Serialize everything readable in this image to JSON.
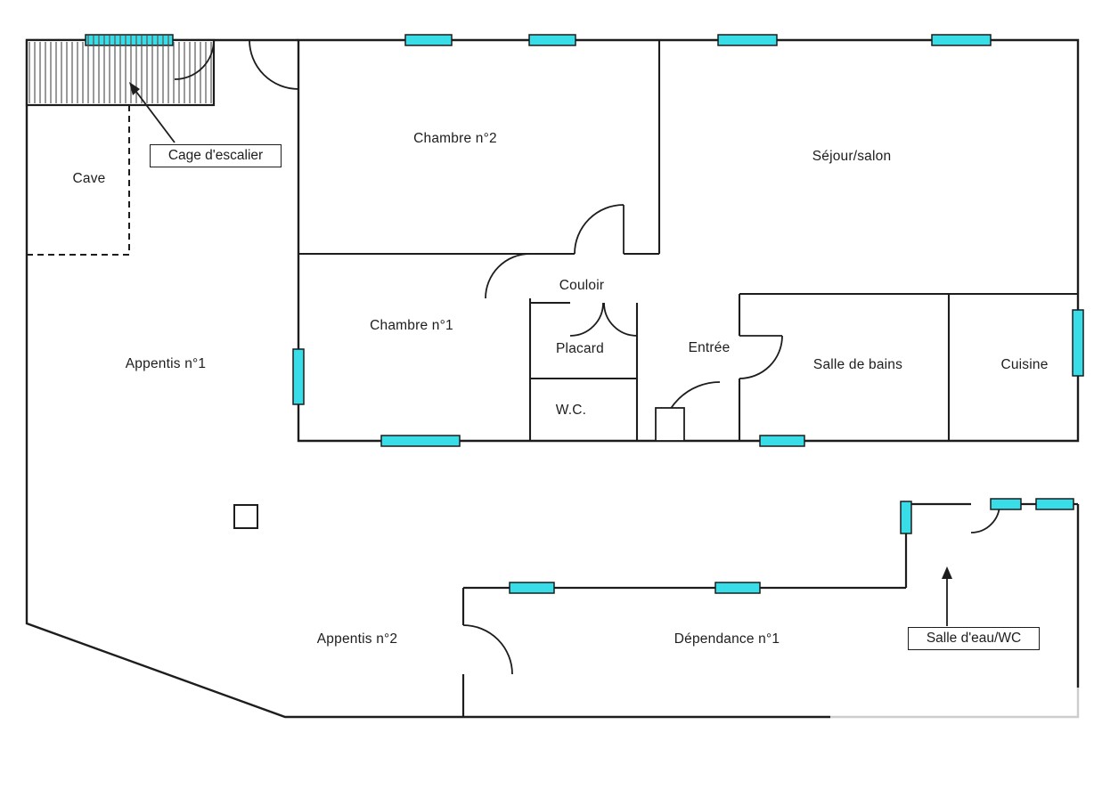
{
  "colors": {
    "wall": "#1d1d1d",
    "window": "#38dde8",
    "hatch": "#555555",
    "label": "#1d1d1d"
  },
  "rooms": [
    {
      "id": "cave",
      "label": "Cave"
    },
    {
      "id": "appentis-1",
      "label": "Appentis n°1"
    },
    {
      "id": "chambre-2",
      "label": "Chambre n°2"
    },
    {
      "id": "sejour-salon",
      "label": "Séjour/salon"
    },
    {
      "id": "couloir",
      "label": "Couloir"
    },
    {
      "id": "chambre-1",
      "label": "Chambre n°1"
    },
    {
      "id": "placard",
      "label": "Placard"
    },
    {
      "id": "entree",
      "label": "Entrée"
    },
    {
      "id": "salle-de-bains",
      "label": "Salle de bains"
    },
    {
      "id": "cuisine",
      "label": "Cuisine"
    },
    {
      "id": "wc",
      "label": "W.C."
    },
    {
      "id": "appentis-2",
      "label": "Appentis n°2"
    },
    {
      "id": "dependance-1",
      "label": "Dépendance n°1"
    }
  ],
  "callouts": [
    {
      "id": "cage-escalier",
      "label": "Cage d'escalier"
    },
    {
      "id": "salle-eau-wc",
      "label": "Salle d'eau/WC"
    }
  ]
}
